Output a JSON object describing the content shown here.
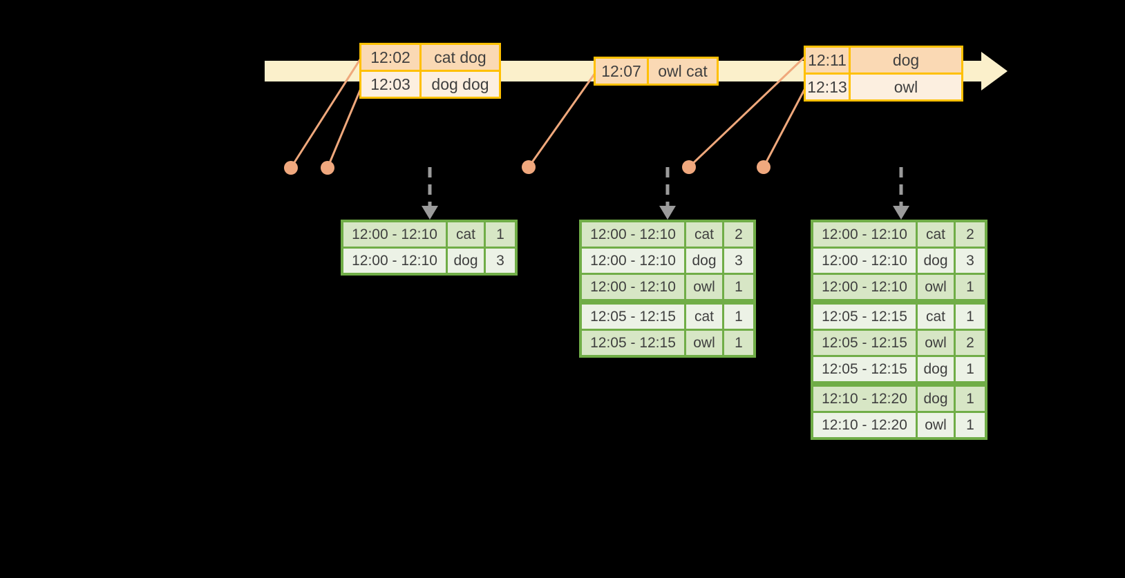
{
  "diagram": {
    "colors": {
      "background": "#000000",
      "timeline_fill": "#FBF0CB",
      "event_border": "#FFC000",
      "event_row_dark": "#FAD9B4",
      "event_row_light": "#FCEFE0",
      "connector": "#EFA87C",
      "dot": "#F0A87E",
      "result_border": "#70AD47",
      "result_row_dark": "#D7E6C5",
      "result_row_light": "#ECF2E6",
      "arrow_gray": "#9B9B9B",
      "text": "#3F3F3F"
    },
    "event_tables": [
      {
        "rows": [
          {
            "time": "12:02",
            "words": "cat dog"
          },
          {
            "time": "12:03",
            "words": "dog dog"
          }
        ]
      },
      {
        "rows": [
          {
            "time": "12:07",
            "words": "owl cat"
          }
        ]
      },
      {
        "rows": [
          {
            "time": "12:11",
            "words": "dog"
          },
          {
            "time": "12:13",
            "words": "owl"
          }
        ]
      }
    ],
    "result_tables": [
      {
        "rows": [
          {
            "window": "12:00 - 12:10",
            "word": "cat",
            "count": "1"
          },
          {
            "window": "12:00 - 12:10",
            "word": "dog",
            "count": "3"
          }
        ]
      },
      {
        "rows": [
          {
            "window": "12:00 - 12:10",
            "word": "cat",
            "count": "2"
          },
          {
            "window": "12:00 - 12:10",
            "word": "dog",
            "count": "3"
          },
          {
            "window": "12:00 - 12:10",
            "word": "owl",
            "count": "1"
          },
          {
            "window": "12:05 - 12:15",
            "word": "cat",
            "count": "1"
          },
          {
            "window": "12:05 - 12:15",
            "word": "owl",
            "count": "1"
          }
        ]
      },
      {
        "rows": [
          {
            "window": "12:00 - 12:10",
            "word": "cat",
            "count": "2"
          },
          {
            "window": "12:00 - 12:10",
            "word": "dog",
            "count": "3"
          },
          {
            "window": "12:00 - 12:10",
            "word": "owl",
            "count": "1"
          },
          {
            "window": "12:05 - 12:15",
            "word": "cat",
            "count": "1"
          },
          {
            "window": "12:05 - 12:15",
            "word": "owl",
            "count": "2"
          },
          {
            "window": "12:05 - 12:15",
            "word": "dog",
            "count": "1"
          },
          {
            "window": "12:10 - 12:20",
            "word": "dog",
            "count": "1"
          },
          {
            "window": "12:10 - 12:20",
            "word": "owl",
            "count": "1"
          }
        ]
      }
    ]
  }
}
